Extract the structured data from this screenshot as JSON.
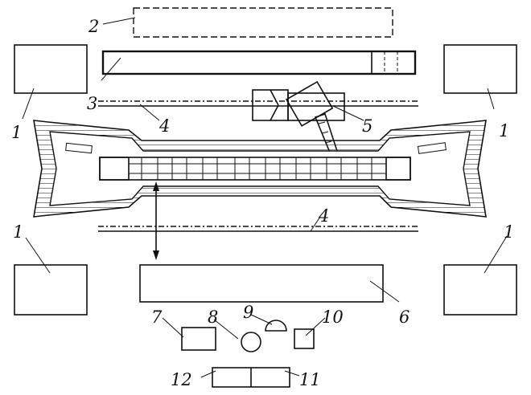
{
  "labels": {
    "l1_top_left": "1",
    "l1_top_right": "1",
    "l1_bottom_left": "1",
    "l1_bottom_right": "1",
    "l2": "2",
    "l3": "3",
    "l4_top": "4",
    "l4_bottom": "4",
    "l5": "5",
    "l6": "6",
    "l7": "7",
    "l8": "8",
    "l9": "9",
    "l10": "10",
    "l11": "11",
    "l12": "12"
  }
}
